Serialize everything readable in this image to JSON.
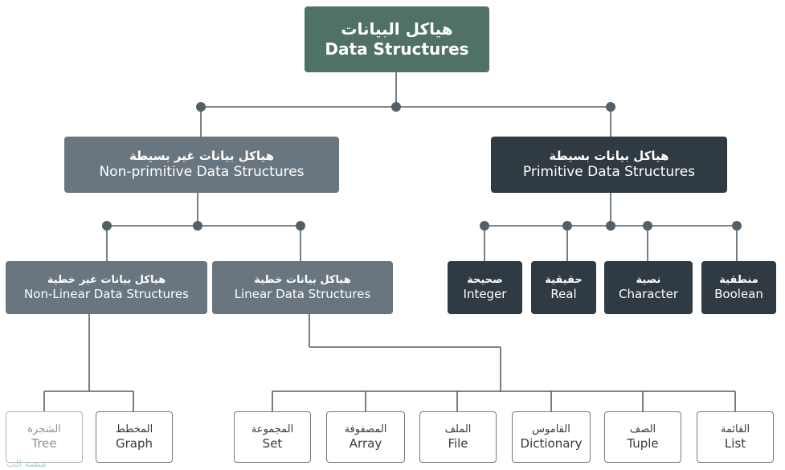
{
  "root": {
    "ar": "هياكل البيانات",
    "en": "Data Structures"
  },
  "non_primitive": {
    "ar": "هياكل بيانات غير بسيطة",
    "en": "Non-primitive Data Structures"
  },
  "primitive": {
    "ar": "هياكل بيانات بسيطة",
    "en": "Primitive Data Structures"
  },
  "non_linear": {
    "ar": "هياكل بيانات غير خطية",
    "en": "Non-Linear Data Structures"
  },
  "linear": {
    "ar": "هياكل بيانات خطية",
    "en": "Linear Data Structures"
  },
  "primitive_types": [
    {
      "ar": "صحيحة",
      "en": "Integer"
    },
    {
      "ar": "حقيقية",
      "en": "Real"
    },
    {
      "ar": "نصية",
      "en": "Character"
    },
    {
      "ar": "منطقية",
      "en": "Boolean"
    }
  ],
  "non_linear_types": [
    {
      "ar": "الشجرة",
      "en": "Tree"
    },
    {
      "ar": "المخطط",
      "en": "Graph"
    }
  ],
  "linear_types": [
    {
      "ar": "المجموعة",
      "en": "Set"
    },
    {
      "ar": "المصفوفة",
      "en": "Array"
    },
    {
      "ar": "الملف",
      "en": "File"
    },
    {
      "ar": "القاموس",
      "en": "Dictionary"
    },
    {
      "ar": "الصف",
      "en": "Tuple"
    },
    {
      "ar": "القائمة",
      "en": "List"
    }
  ],
  "watermark": "منصة الت"
}
